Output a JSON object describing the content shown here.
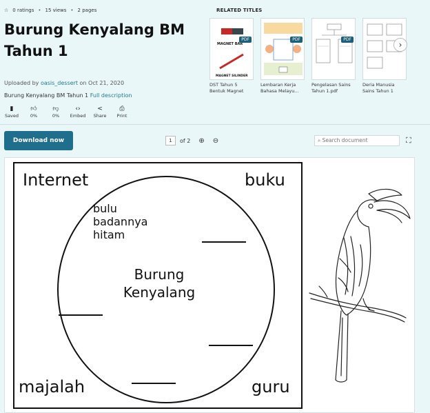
{
  "stats": {
    "ratings": "0 ratings",
    "views": "15 views",
    "pages": "2 pages"
  },
  "doc": {
    "title": "Burung Kenyalang BM Tahun 1",
    "uploaded_prefix": "Uploaded by",
    "author": "oasis_dessert",
    "uploaded_suffix": "on Oct 21, 2020",
    "description": "Burung Kenyalang BM Tahun 1",
    "full_description": "Full description"
  },
  "actions": [
    {
      "label": "Saved",
      "icon": "bookmark-icon"
    },
    {
      "label": "0%",
      "icon": "thumbs-up-icon"
    },
    {
      "label": "0%",
      "icon": "thumbs-down-icon"
    },
    {
      "label": "Embed",
      "icon": "embed-icon"
    },
    {
      "label": "Share",
      "icon": "share-icon"
    },
    {
      "label": "Print",
      "icon": "print-icon"
    }
  ],
  "related": {
    "heading": "RELATED TITLES",
    "pdf": "PDF",
    "items": [
      {
        "label": "DST Tahun 5 Bentuk Magnet",
        "thumb_text": "MAGNET BAR",
        "thumb_text2": "MAGNET SILINDER"
      },
      {
        "label": "Lembaran Kerja Bahasa Melayu..."
      },
      {
        "label": "Pengelasan Sains Tahun 1.pdf"
      },
      {
        "label": "Deria Manusia Sains Tahun 1"
      }
    ]
  },
  "toolbar": {
    "download": "Download now",
    "page_current": "1",
    "page_of": "of 2",
    "search_placeholder": "Search document"
  },
  "worksheet": {
    "top_left": "Internet",
    "top_right": "buku",
    "bottom_left": "majalah",
    "bottom_right": "guru",
    "clue_line1": "bulu",
    "clue_line2": "badannya",
    "clue_line3": "hitam",
    "center_line1": "Burung",
    "center_line2": "Kenyalang"
  },
  "colors": {
    "accent": "#1f6e8e",
    "background": "#e9f7f9",
    "link": "#1e7a8c"
  }
}
